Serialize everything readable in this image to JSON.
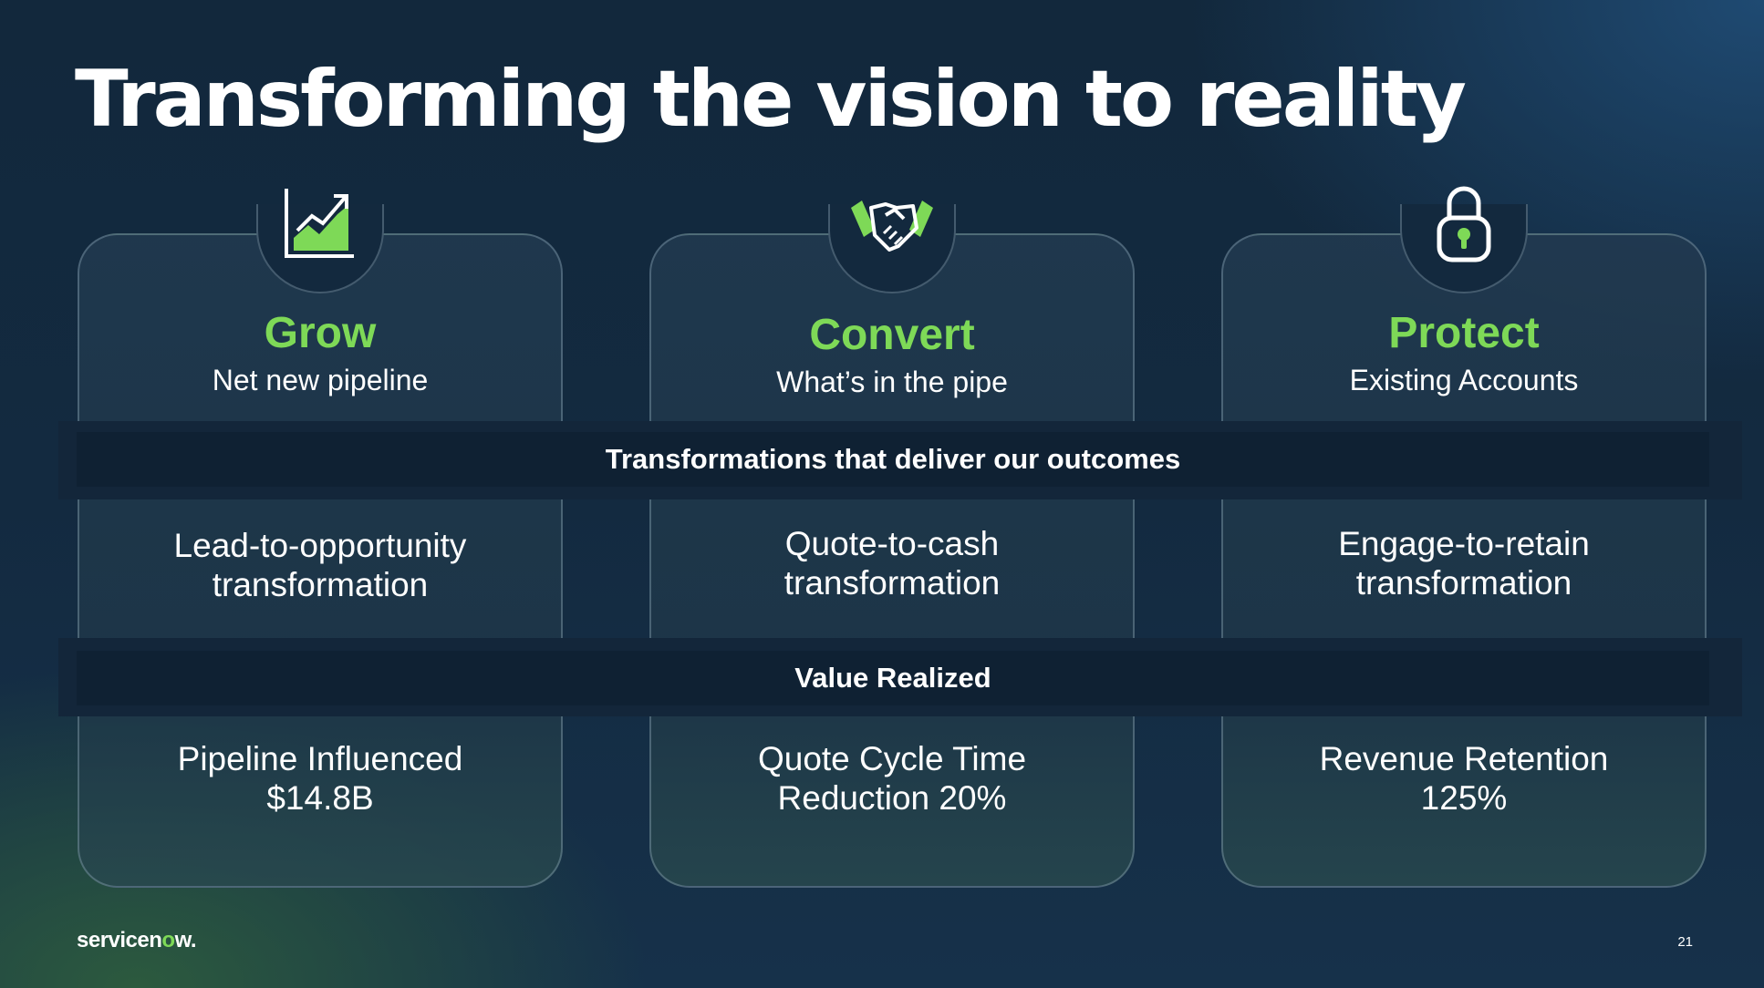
{
  "slide": {
    "title": "Transforming the vision to reality",
    "page_number": "21",
    "logo_text_a": "servicen",
    "logo_text_o": "o",
    "logo_text_b": "w."
  },
  "colors": {
    "accent_green": "#7ed957",
    "background": "#13293e",
    "band": "#0f2133"
  },
  "pillars": [
    {
      "icon": "growth-chart-icon",
      "title": "Grow",
      "subtitle": "Net new pipeline",
      "transformation_line1": "Lead-to-opportunity",
      "transformation_line2": "transformation",
      "value_line1": "Pipeline Influenced",
      "value_line2": "$14.8B"
    },
    {
      "icon": "handshake-icon",
      "title": "Convert",
      "subtitle": "What’s in the pipe",
      "transformation_line1": "Quote-to-cash",
      "transformation_line2": "transformation",
      "value_line1": "Quote Cycle Time",
      "value_line2": "Reduction 20%"
    },
    {
      "icon": "lock-icon",
      "title": "Protect",
      "subtitle": "Existing Accounts",
      "transformation_line1": "Engage-to-retain",
      "transformation_line2": "transformation",
      "value_line1": "Revenue Retention",
      "value_line2": "125%"
    }
  ],
  "bands": {
    "transformations": "Transformations that deliver our outcomes",
    "value": "Value Realized"
  }
}
